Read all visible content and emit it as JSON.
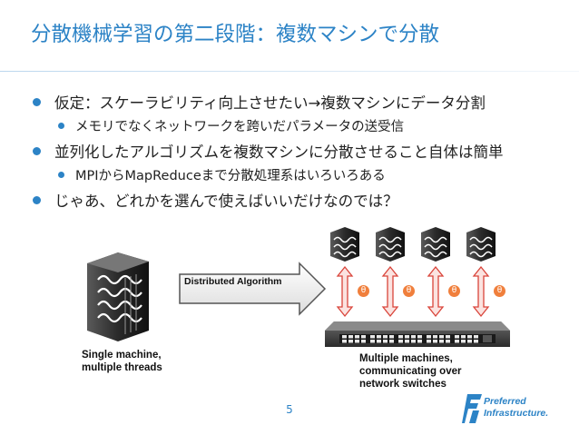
{
  "title": "分散機械学習の第二段階：複数マシンで分散",
  "bullets": [
    {
      "level": 1,
      "text": "仮定：スケーラビリティ向上させたい→複数マシンにデータ分割"
    },
    {
      "level": 2,
      "text": "メモリでなくネットワークを跨いだパラメータの送受信"
    },
    {
      "level": 1,
      "text": "並列化したアルゴリズムを複数マシンに分散させること自体は簡単"
    },
    {
      "level": 2,
      "text": "MPIからMapReduceまで分散処理系はいろいろある"
    },
    {
      "level": 1,
      "text": "じゃあ、どれかを選んで使えばいいだけなのでは？"
    }
  ],
  "figure": {
    "single_label_1": "Single machine,",
    "single_label_2": "multiple threads",
    "arrow_label": "Distributed Algorithm",
    "multi_label_1": "Multiple machines,",
    "multi_label_2": "communicating over",
    "multi_label_3": "network switches",
    "theta": "θ"
  },
  "page_number": "5",
  "logo": {
    "line1": "Preferred",
    "line2": "Infrastructure."
  },
  "colors": {
    "accent": "#2c83c6",
    "arrow": "#d9443a",
    "theta_badge": "#f07f3c"
  }
}
